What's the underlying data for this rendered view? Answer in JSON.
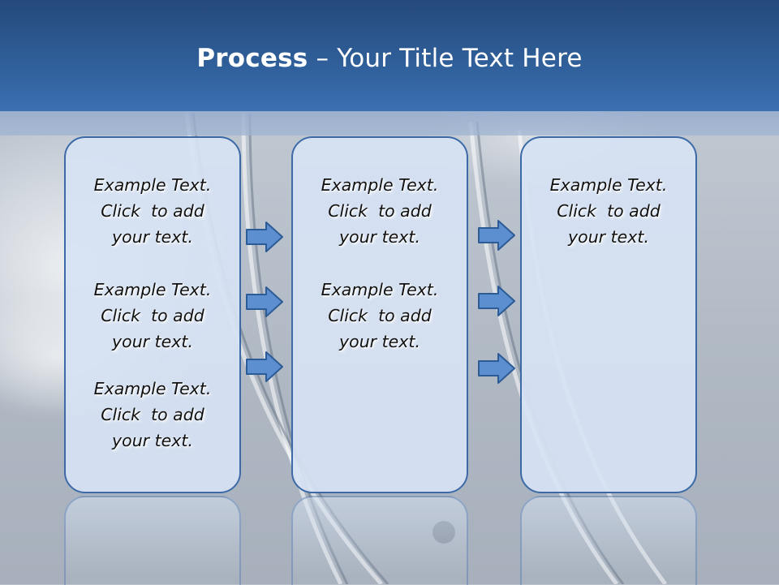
{
  "slide": {
    "title_strong": "Process",
    "title_rest": " – Your Title Text Here"
  },
  "colors": {
    "title_bar": "#2f5e98",
    "box_border": "#3b6aa6",
    "box_fill": "#d6e2f3",
    "arrow_fill": "#5b8fd0",
    "arrow_stroke": "#2d5b95"
  },
  "columns": [
    {
      "blocks": [
        {
          "line1": "Example Text.",
          "line2": "Click  to add",
          "line3": "your text."
        },
        {
          "line1": "Example Text.",
          "line2": "Click  to add",
          "line3": "your text."
        },
        {
          "line1": "Example Text.",
          "line2": "Click  to add",
          "line3": "your text."
        }
      ]
    },
    {
      "blocks": [
        {
          "line1": "Example Text.",
          "line2": "Click  to add",
          "line3": "your text."
        },
        {
          "line1": "Example Text.",
          "line2": "Click  to add",
          "line3": "your text."
        }
      ]
    },
    {
      "blocks": [
        {
          "line1": "Example Text.",
          "line2": "Click  to add",
          "line3": "your text."
        }
      ]
    }
  ],
  "arrows": {
    "icon": "right-block-arrow-icon",
    "count_per_gap": 3
  }
}
